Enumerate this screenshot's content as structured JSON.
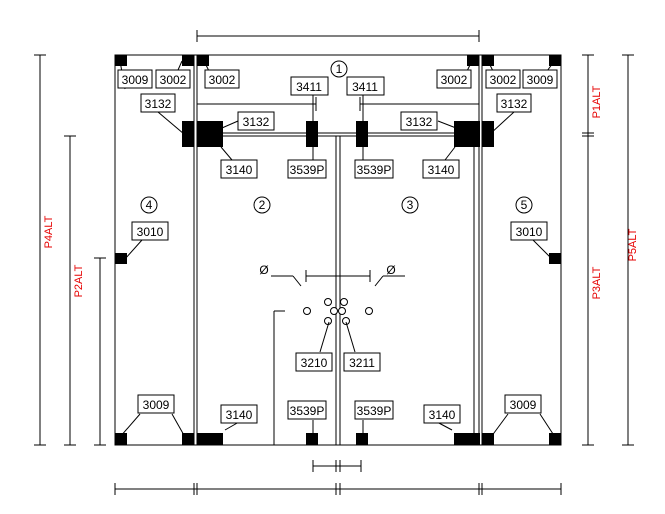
{
  "title_circle": "1",
  "zones": [
    "2",
    "3",
    "4",
    "5"
  ],
  "codes": {
    "c3009": "3009",
    "c3002": "3002",
    "c3132": "3132",
    "c3411": "3411",
    "c3140": "3140",
    "c3539p": "3539P",
    "c3010": "3010",
    "c3210": "3210",
    "c3211": "3211"
  },
  "diameter_symbol": "Ø",
  "dimensions": {
    "p1": "P1ALT",
    "p2": "P2ALT",
    "p3": "P3ALT",
    "p4": "P4ALT",
    "p5": "P5ALT"
  },
  "colors": {
    "line": "#000000",
    "dimension_text": "#e60000",
    "background": "#ffffff"
  }
}
